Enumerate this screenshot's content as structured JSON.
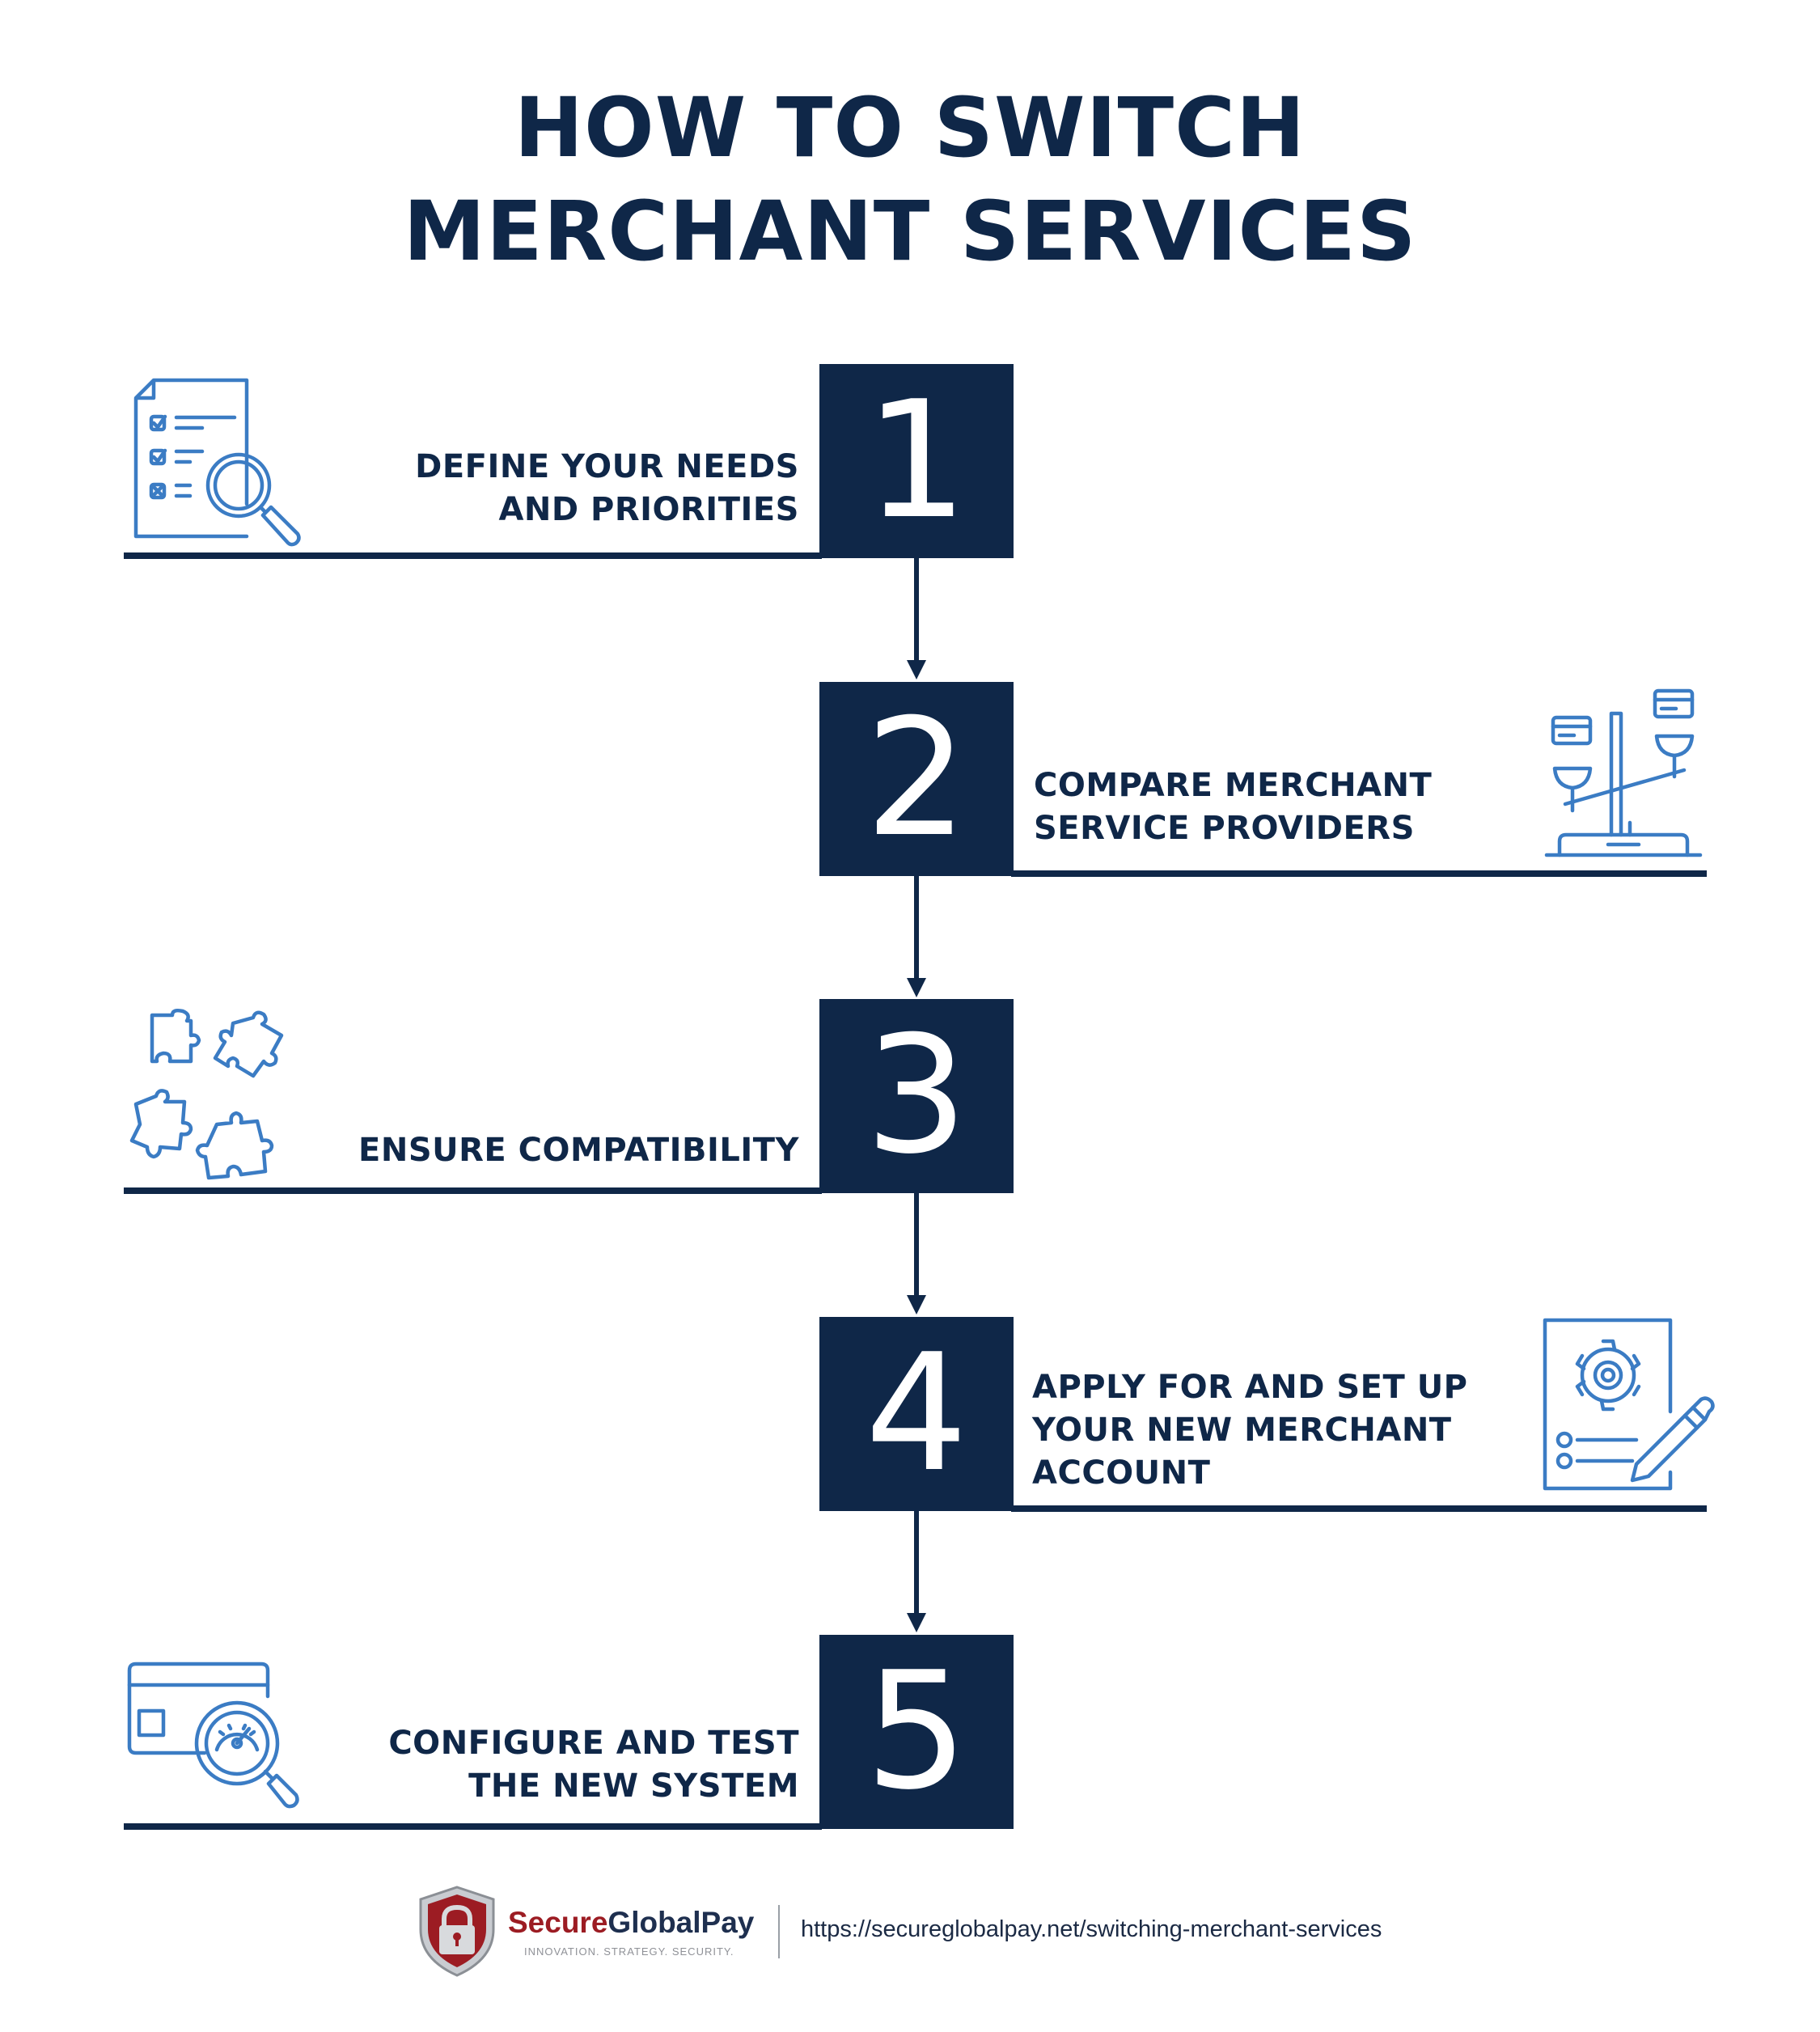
{
  "title": {
    "line1": "HOW TO SWITCH",
    "line2": "MERCHANT SERVICES"
  },
  "steps": [
    {
      "number": "1",
      "line1": "DEFINE YOUR NEEDS",
      "line2": "AND PRIORITIES",
      "icon": "checklist-search-icon"
    },
    {
      "number": "2",
      "line1": "COMPARE MERCHANT",
      "line2": "SERVICE PROVIDERS",
      "icon": "balance-scale-cards-icon"
    },
    {
      "number": "3",
      "line1": "ENSURE COMPATIBILITY",
      "icon": "puzzle-pieces-icon"
    },
    {
      "number": "4",
      "line1": "APPLY FOR AND SET UP",
      "line2": "YOUR NEW MERCHANT",
      "line3": "ACCOUNT",
      "icon": "document-gear-pencil-icon"
    },
    {
      "number": "5",
      "line1": "CONFIGURE AND TEST",
      "line2": "THE NEW SYSTEM",
      "icon": "card-gauge-magnifier-icon"
    }
  ],
  "footer": {
    "brand_part1": "Secure",
    "brand_part2": "GlobalPay",
    "tagline": "INNOVATION. STRATEGY. SECURITY.",
    "url": "https://secureglobalpay.net/switching-merchant-services"
  },
  "colors": {
    "navy": "#0f2748",
    "icon_blue": "#3b7cc4",
    "brand_red": "#9c1c23"
  }
}
